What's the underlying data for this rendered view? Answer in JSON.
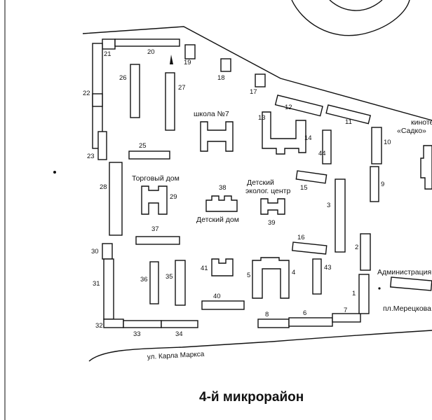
{
  "title": "4-й микрорайон",
  "street": "ул. Карла Маркса",
  "square": "пл.Мерецкова",
  "places": {
    "school": "школа №7",
    "trade_house": "Торговый дом",
    "eco_center_line1": "Детский",
    "eco_center_line2": "эколог. центр",
    "children_house": "Детский дом",
    "cinema_line1": "кинотеатр",
    "cinema_line2": "«Садко»",
    "administration": "Администрация"
  },
  "buildings": {
    "b1": "1",
    "b2": "2",
    "b3": "3",
    "b4": "4",
    "b5": "5",
    "b6": "6",
    "b7": "7",
    "b8": "8",
    "b9": "9",
    "b10": "10",
    "b11": "11",
    "b12": "12",
    "b13": "13",
    "b14": "14",
    "b15": "15",
    "b16": "16",
    "b17": "17",
    "b18": "18",
    "b19": "19",
    "b20": "20",
    "b21": "21",
    "b22": "22",
    "b23": "23",
    "b25": "25",
    "b26": "26",
    "b27": "27",
    "b28": "28",
    "b29": "29",
    "b30": "30",
    "b31": "31",
    "b32": "32",
    "b33": "33",
    "b34": "34",
    "b35": "35",
    "b36": "36",
    "b37": "37",
    "b38": "38",
    "b39": "39",
    "b40": "40",
    "b41": "41",
    "b43": "43",
    "b44": "44"
  }
}
